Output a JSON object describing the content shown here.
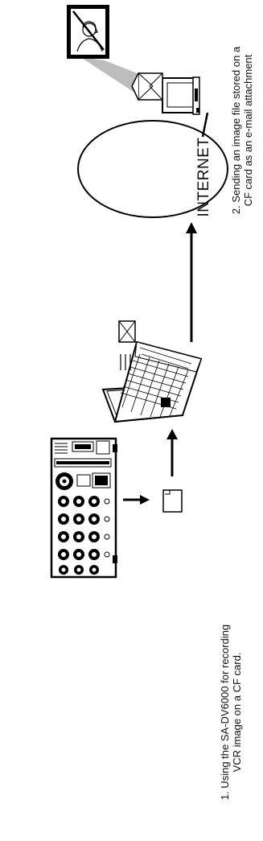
{
  "diagram": {
    "internet_label": "INTERNET",
    "step1_caption_line1": "1. Using the SA-DV6000 for recording",
    "step1_caption_line2": "VCR image on a CF card.",
    "step2_caption_line1": "2. Sending an image file stored on a",
    "step2_caption_line2": "CF card as an e-mail attachment"
  },
  "icons": [
    "vcr-device-icon",
    "cf-card-icon",
    "laptop-icon",
    "email-envelope-icon",
    "internet-cloud-icon",
    "desktop-computer-icon",
    "opened-envelope-icon",
    "received-image-icon"
  ]
}
